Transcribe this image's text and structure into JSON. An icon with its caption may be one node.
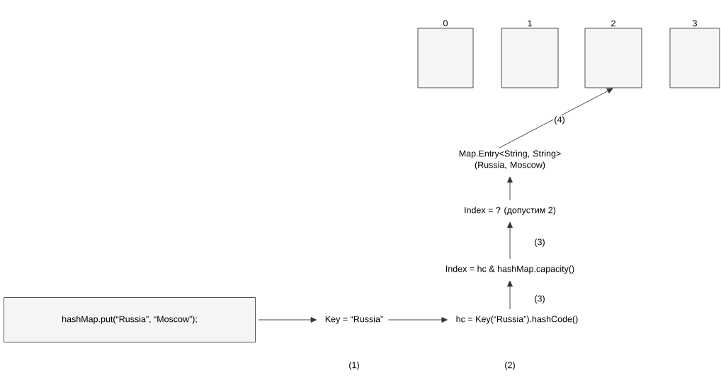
{
  "diagram": {
    "nodes": [
      {
        "text": [
          "0"
        ]
      },
      {
        "text": [
          "1"
        ]
      },
      {
        "text": [
          "2"
        ]
      },
      {
        "text": [
          "3"
        ]
      },
      {
        "text": [
          "Map.Entry<String, String> (Russia, Moscow)"
        ]
      },
      {
        "text": [
          "Index = ? (допустим 2)"
        ]
      },
      {
        "text": [
          "Index = hc & hashMap.capacity()"
        ]
      },
      {
        "text": [
          "hashMap.put(“Russia”, “Moscow”);"
        ]
      },
      {
        "text": [
          "Key = “Russia”"
        ]
      },
      {
        "text": [
          "hc = Key(“Russia”).hashCode()"
        ]
      }
    ],
    "labels": [
      "(1)",
      "(2)"
    ],
    "edges": [
      {
        "from": 7,
        "to": 8,
        "arrow": "to"
      },
      {
        "from": 8,
        "to": 9,
        "arrow": "to"
      },
      {
        "from": 9,
        "to": 6,
        "arrow": "to",
        "label": "(3)"
      },
      {
        "from": 6,
        "to": 5,
        "arrow": "to",
        "label": "(3)"
      },
      {
        "from": 5,
        "to": 4,
        "arrow": "to"
      },
      {
        "from": 4,
        "to": 2,
        "arrow": "to",
        "label": "(4)"
      }
    ]
  }
}
